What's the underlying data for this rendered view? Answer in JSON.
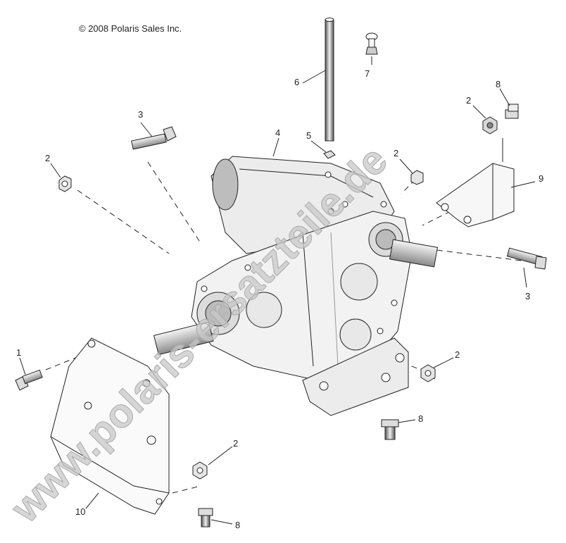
{
  "copyright": "© 2008 Polaris Sales Inc.",
  "watermark": "www.polaris-ersatzteile.de",
  "callouts": {
    "c1": "1",
    "c2a": "2",
    "c2b": "2",
    "c2c": "2",
    "c2d": "2",
    "c2e": "2",
    "c3a": "3",
    "c3b": "3",
    "c4": "4",
    "c5": "5",
    "c6": "6",
    "c7": "7",
    "c8a": "8",
    "c8b": "8",
    "c8c": "8",
    "c9": "9",
    "c10": "10"
  },
  "colors": {
    "line": "#1a1a1a",
    "shade": "#7a7a7a",
    "watermark": "#c8c8c8"
  }
}
